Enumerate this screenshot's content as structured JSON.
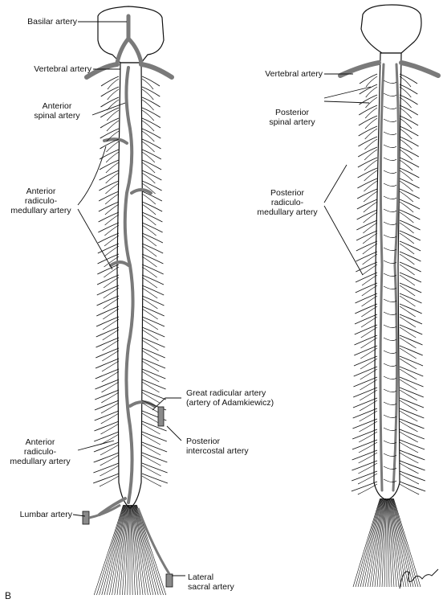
{
  "panel_letter": "B",
  "left_diagram": {
    "labels": {
      "basilar": "Basilar artery",
      "vertebral": "Vertebral artery",
      "anterior_spinal": [
        "Anterior",
        "spinal artery"
      ],
      "anterior_radiculo_upper": [
        "Anterior",
        "radiculo-",
        "medullary artery"
      ],
      "great_radicular": [
        "Great radicular artery",
        "(artery of Adamkiewicz)"
      ],
      "posterior_intercostal": [
        "Posterior",
        "intercostal artery"
      ],
      "anterior_radiculo_lower": [
        "Anterior",
        "radiculo-",
        "medullary artery"
      ],
      "lumbar": "Lumbar artery",
      "lateral_sacral": [
        "Lateral",
        "sacral artery"
      ]
    }
  },
  "right_diagram": {
    "labels": {
      "vertebral": "Vertebral artery",
      "posterior_spinal": [
        "Posterior",
        "spinal artery"
      ],
      "posterior_radiculo": [
        "Posterior",
        "radiculo-",
        "medullary artery"
      ]
    }
  },
  "colors": {
    "artery": "#7a7a7a",
    "ink": "#111111",
    "cord_fill": "#ffffff"
  }
}
